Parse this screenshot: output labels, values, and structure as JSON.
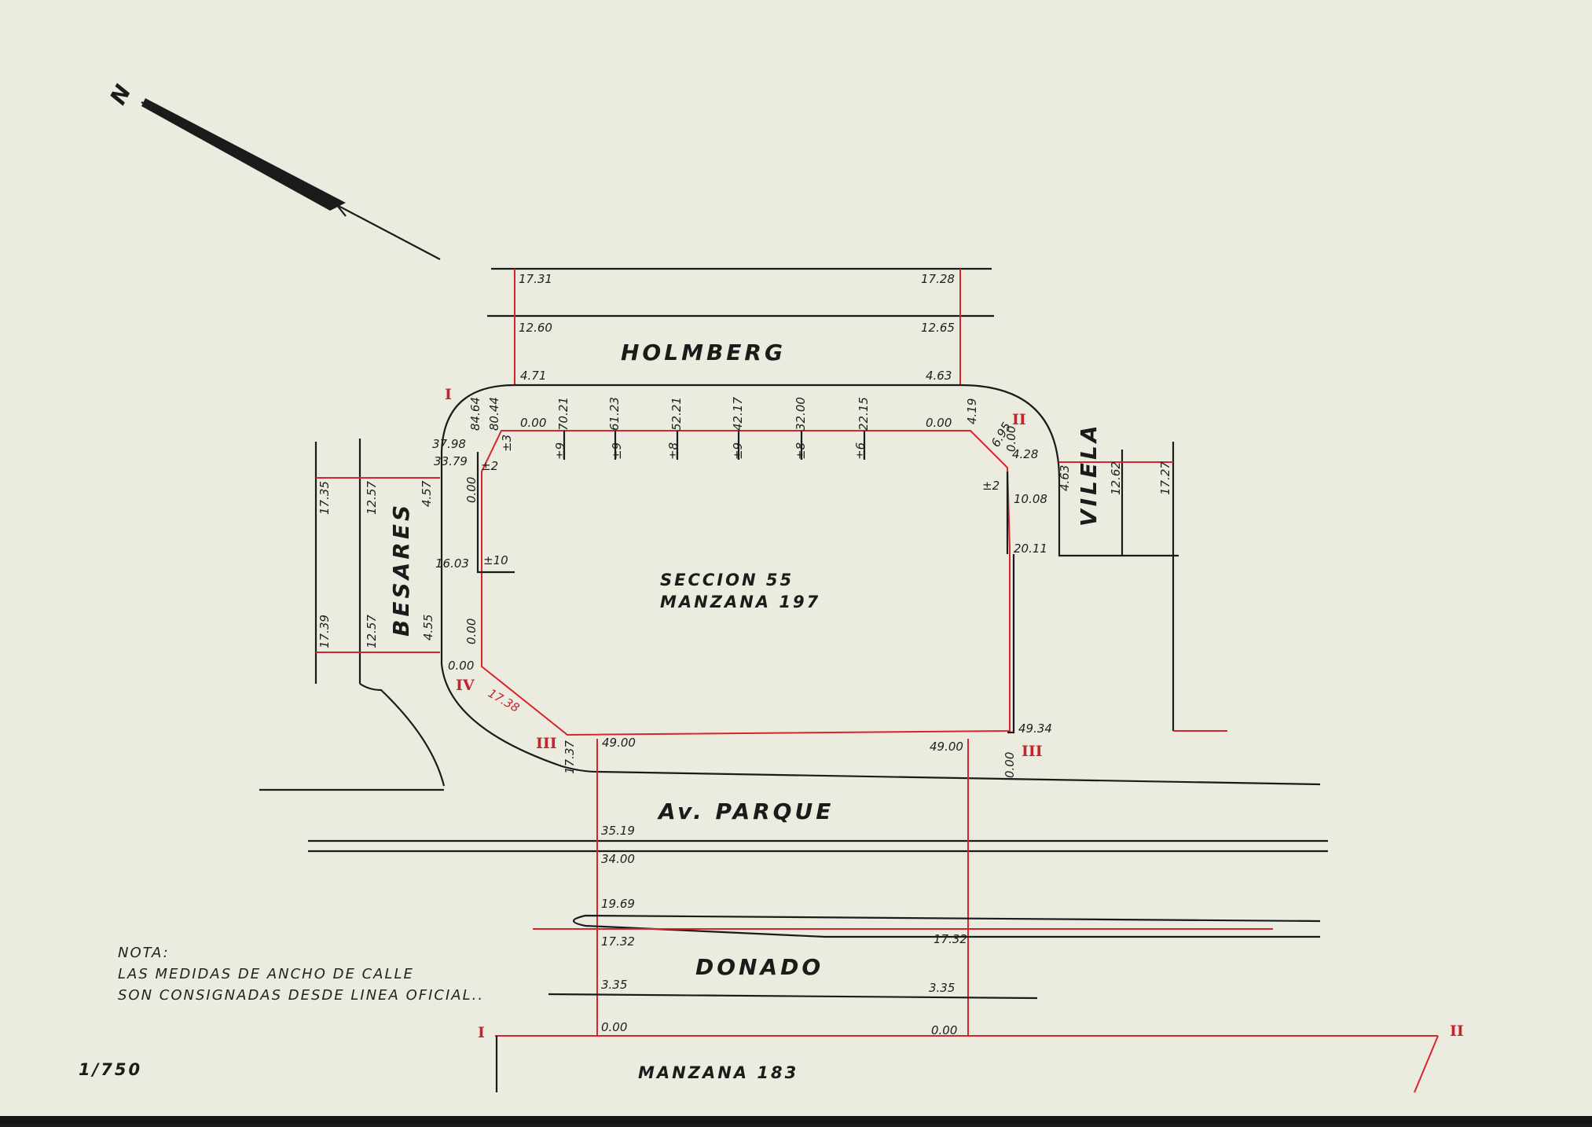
{
  "streets": {
    "holmberg": "HOLMBERG",
    "besares": "BESARES",
    "vilela": "VILELA",
    "parque": "Av. PARQUE",
    "donado": "DONADO"
  },
  "blocks": {
    "seccion": "SECCION 55",
    "manzana": "MANZANA 197",
    "manzana_south": "MANZANA 183"
  },
  "north": "N",
  "scale": "1/750",
  "note": {
    "title": "NOTA:",
    "line1": "LAS MEDIDAS DE ANCHO DE CALLE",
    "line2": "SON CONSIGNADAS DESDE LINEA OFICIAL.."
  },
  "roman": {
    "i": "I",
    "ii": "II",
    "iii": "III",
    "iv": "IV"
  },
  "dims": {
    "h_top_left": "17.31",
    "h_top_right": "17.28",
    "h_mid_left": "12.60",
    "h_mid_right": "12.65",
    "h_lo_left": "4.71",
    "h_lo_right": "4.63",
    "top_zero_left": "0.00",
    "top_zero_right": "0.00",
    "c1": "80.44",
    "c2": "70.21",
    "c3": "61.23",
    "c4": "52.21",
    "c5": "42.17",
    "c6": "32.00",
    "c7": "22.15",
    "c8": "4.19",
    "p1": "±3",
    "p2": "±9",
    "p3": "±9",
    "p4": "±8",
    "p5": "±9",
    "p6": "±8",
    "p7": "±6",
    "corner_a": "84.64",
    "corner_b": "37.98",
    "corner_c": "33.79",
    "corner_d": "±2",
    "corner_e": "16.03",
    "corner_f": "±10",
    "left_zero": "0.00",
    "left_zero2": "0.00",
    "b1": "17.35",
    "b2": "12.57",
    "b3": "4.57",
    "b4": "17.39",
    "b5": "12.57",
    "b6": "4.55",
    "v_zero": "0.00",
    "v1": "4.28",
    "v2": "10.08",
    "v3": "20.11",
    "v4": "±2",
    "v5": "6.95",
    "v_a": "4.63",
    "v_b": "12.62",
    "v_c": "17.27",
    "sw_a": "0.00",
    "sw_b": "17.38",
    "sw_c": "17.37",
    "bot_a": "49.00",
    "bot_b": "49.00",
    "bot_c": "49.34",
    "bot_d": "0.00",
    "pq1": "35.19",
    "pq2": "34.00",
    "pq3": "19.69",
    "pq4": "17.32",
    "pq5": "17.32",
    "d1": "3.35",
    "d2": "3.35",
    "d3": "0.00",
    "d4": "0.00"
  },
  "colors": {
    "paper": "#ebebdf",
    "ink": "#1b1b1b",
    "red": "#d8242c"
  }
}
